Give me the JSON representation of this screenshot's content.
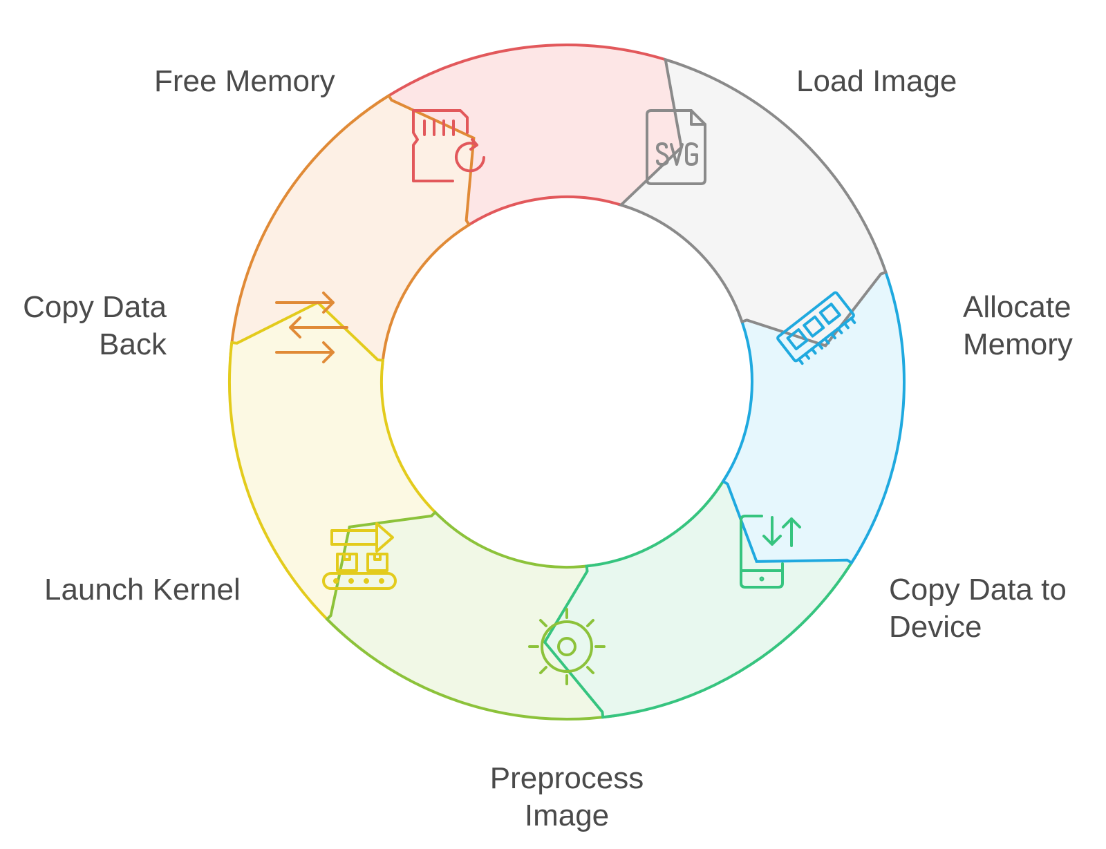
{
  "steps": [
    {
      "id": "load-image",
      "lines": [
        "Load Image"
      ],
      "icon": "svg-file-icon",
      "stroke": "#8a8a8a",
      "fill": "#f5f5f5"
    },
    {
      "id": "allocate-memory",
      "lines": [
        "Allocate",
        "Memory"
      ],
      "icon": "ram-module-icon",
      "stroke": "#1fa9df",
      "fill": "#e6f7fd"
    },
    {
      "id": "copy-data-to-device",
      "lines": [
        "Copy Data to",
        "Device"
      ],
      "icon": "phone-transfer-icon",
      "stroke": "#36c47f",
      "fill": "#e8f8ef"
    },
    {
      "id": "preprocess-image",
      "lines": [
        "Preprocess",
        "Image"
      ],
      "icon": "gear-sun-icon",
      "stroke": "#8cc23a",
      "fill": "#f1f8e6"
    },
    {
      "id": "launch-kernel",
      "lines": [
        "Launch Kernel"
      ],
      "icon": "conveyor-icon",
      "stroke": "#e3cb1c",
      "fill": "#fcf9e3"
    },
    {
      "id": "copy-data-back",
      "lines": [
        "Copy Data",
        "Back"
      ],
      "icon": "swap-arrows-icon",
      "stroke": "#e08a36",
      "fill": "#fdf0e5"
    },
    {
      "id": "free-memory",
      "lines": [
        "Free Memory"
      ],
      "icon": "sd-card-refresh-icon",
      "stroke": "#e2585b",
      "fill": "#fde6e6"
    }
  ]
}
